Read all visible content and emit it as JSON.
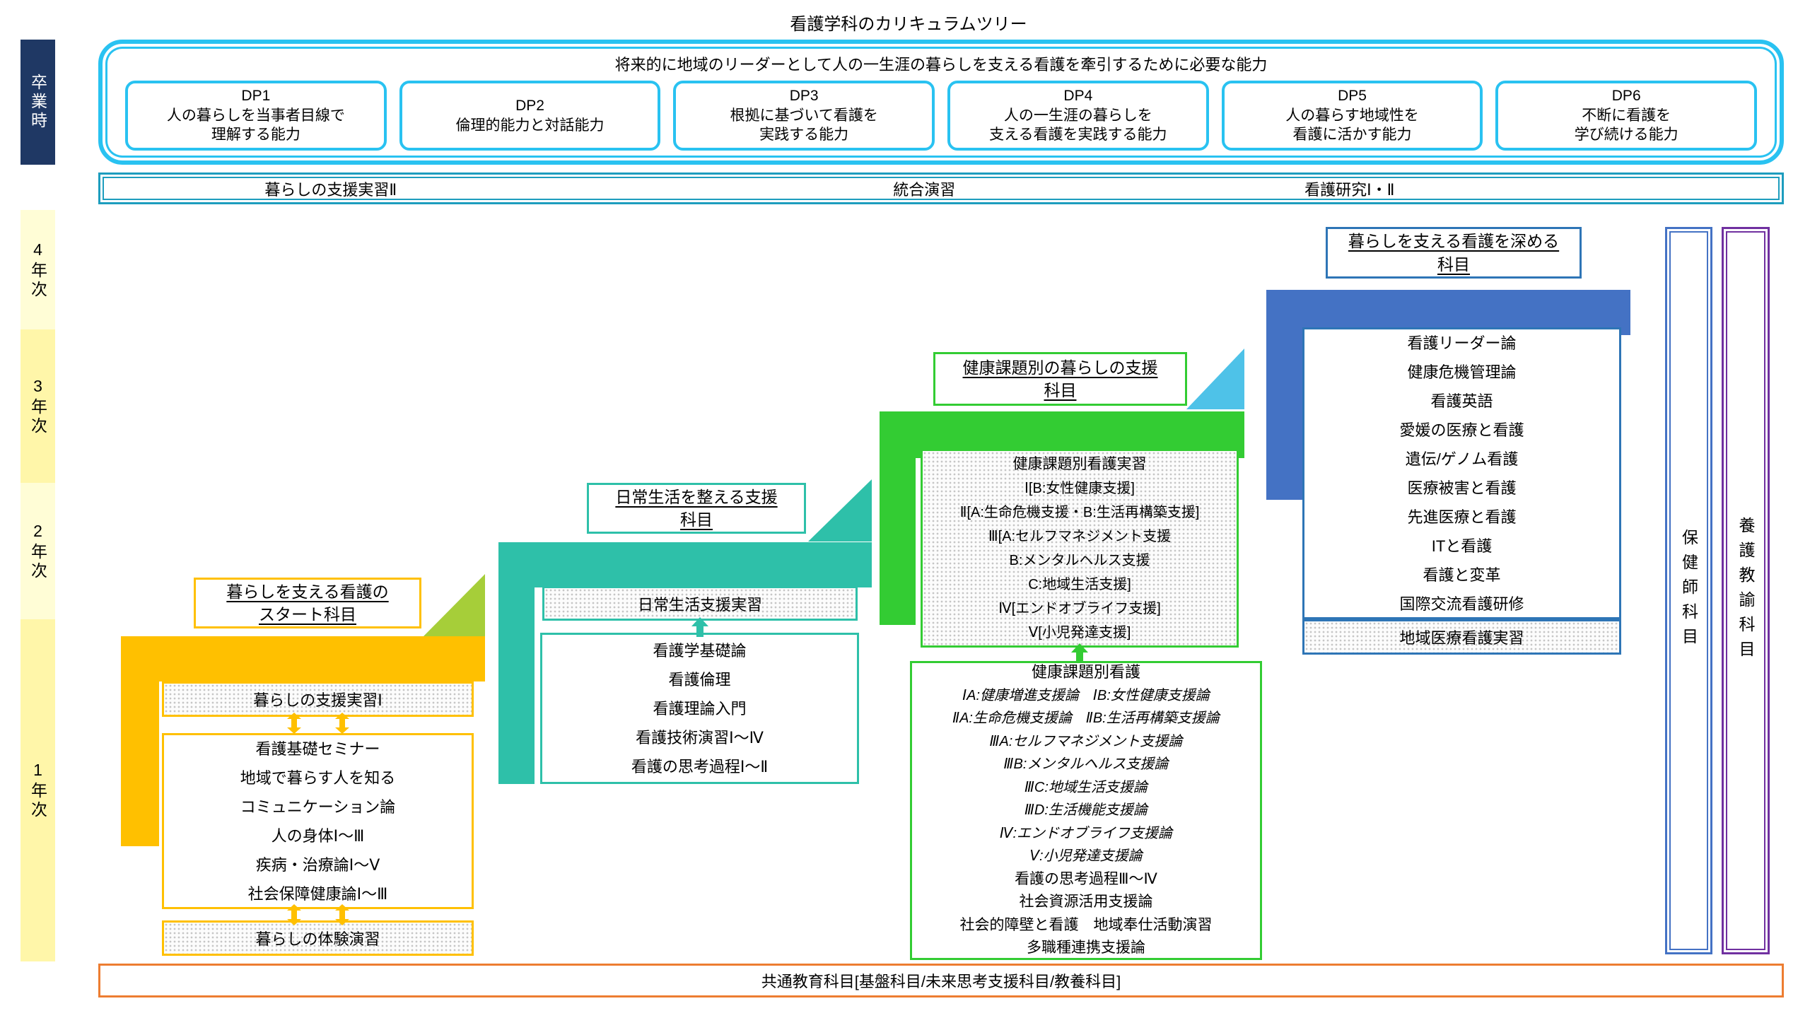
{
  "title": "看護学科のカリキュラムツリー",
  "sidebar": {
    "graduation_label": "卒業時",
    "year_labels": [
      "4年次",
      "3年次",
      "2年次",
      "1年次"
    ]
  },
  "dp": {
    "header": "将来的に地域のリーダーとして人の一生涯の暮らしを支える看護を牽引するために必要な能力",
    "items": [
      {
        "code": "DP1",
        "desc": "人の暮らしを当事者目線で\n理解する能力"
      },
      {
        "code": "DP2",
        "desc": "倫理的能力と対話能力"
      },
      {
        "code": "DP3",
        "desc": "根拠に基づいて看護を\n実践する能力"
      },
      {
        "code": "DP4",
        "desc": "人の一生涯の暮らしを\n支える看護を実践する能力"
      },
      {
        "code": "DP5",
        "desc": "人の暮らす地域性を\n看護に活かす能力"
      },
      {
        "code": "DP6",
        "desc": "不断に看護を\n学び続ける能力"
      }
    ]
  },
  "senior_band": {
    "items": [
      "暮らしの支援実習Ⅱ",
      "統合演習",
      "看護研究Ⅰ・Ⅱ"
    ]
  },
  "steps": {
    "orange": {
      "heading": "暮らしを支える看護の\nスタート科目",
      "practicum_top": "暮らしの支援実習Ⅰ",
      "courses": [
        "看護基礎セミナー",
        "地域で暮らす人を知る",
        "コミュニケーション論",
        "人の身体Ⅰ〜Ⅲ",
        "疾病・治療論Ⅰ〜Ⅴ",
        "社会保障健康論Ⅰ〜Ⅲ"
      ],
      "practicum_bottom": "暮らしの体験演習"
    },
    "teal": {
      "heading": "日常生活を整える支援\n科目",
      "practicum": "日常生活支援実習",
      "courses": [
        "看護学基礎論",
        "看護倫理",
        "看護理論入門",
        "看護技術演習Ⅰ〜Ⅳ",
        "看護の思考過程Ⅰ〜Ⅱ"
      ]
    },
    "green": {
      "heading": "健康課題別の暮らしの支援\n科目",
      "practicum_title": "健康課題別看護実習",
      "practicum_lines": [
        "Ⅰ[B:女性健康支援]",
        "Ⅱ[A:生命危機支援・B:生活再構築支援]",
        "Ⅲ[A:セルフマネジメント支援",
        "B:メンタルヘルス支援",
        "C:地域生活支援]",
        "Ⅳ[エンドオブライフ支援]",
        "Ⅴ[小児発達支援]"
      ],
      "courses_title": "健康課題別看護",
      "courses_italic": [
        "ⅠA:健康増進支援論　ⅠB:女性健康支援論",
        "ⅡA:生命危機支援論　ⅡB:生活再構築支援論",
        "ⅢA:セルフマネジメント支援論",
        "ⅢB:メンタルヘルス支援論",
        "ⅢC:地域生活支援論",
        "ⅢD:生活機能支援論",
        "Ⅳ:エンドオブライフ支援論",
        "Ⅴ:小児発達支援論"
      ],
      "courses_regular": [
        "看護の思考過程Ⅲ〜Ⅳ",
        "社会資源活用支援論",
        "社会的障壁と看護　地域奉仕活動演習",
        "多職種連携支援論"
      ]
    },
    "blue": {
      "heading": "暮らしを支える看護を深める\n科目",
      "courses": [
        "看護リーダー論",
        "健康危機管理論",
        "看護英語",
        "愛媛の医療と看護",
        "遺伝/ゲノム看護",
        "医療被害と看護",
        "先進医療と看護",
        "ITと看護",
        "看護と変革",
        "国際交流看護研修"
      ],
      "practicum": "地域医療看護実習"
    }
  },
  "right_columns": [
    "保健師科目",
    "養護教諭科目"
  ],
  "bottom_bar": "共通教育科目[基盤科目/未来思考支援科目/教養科目]",
  "colors": {
    "cyan_frame": "#29C2F1",
    "senior_band_border": "#1D9DBE",
    "orange": "#FFC000",
    "teal": "#2EC0A9",
    "green": "#33CC33",
    "blue": "#4472C4",
    "blue_box_border": "#2E75B6",
    "lime_triangle": "#A6CE39",
    "cyan_triangle": "#4EC2E8",
    "purple": "#7030A0",
    "navy": "#1F3864",
    "bottom_border": "#ED7D31"
  }
}
